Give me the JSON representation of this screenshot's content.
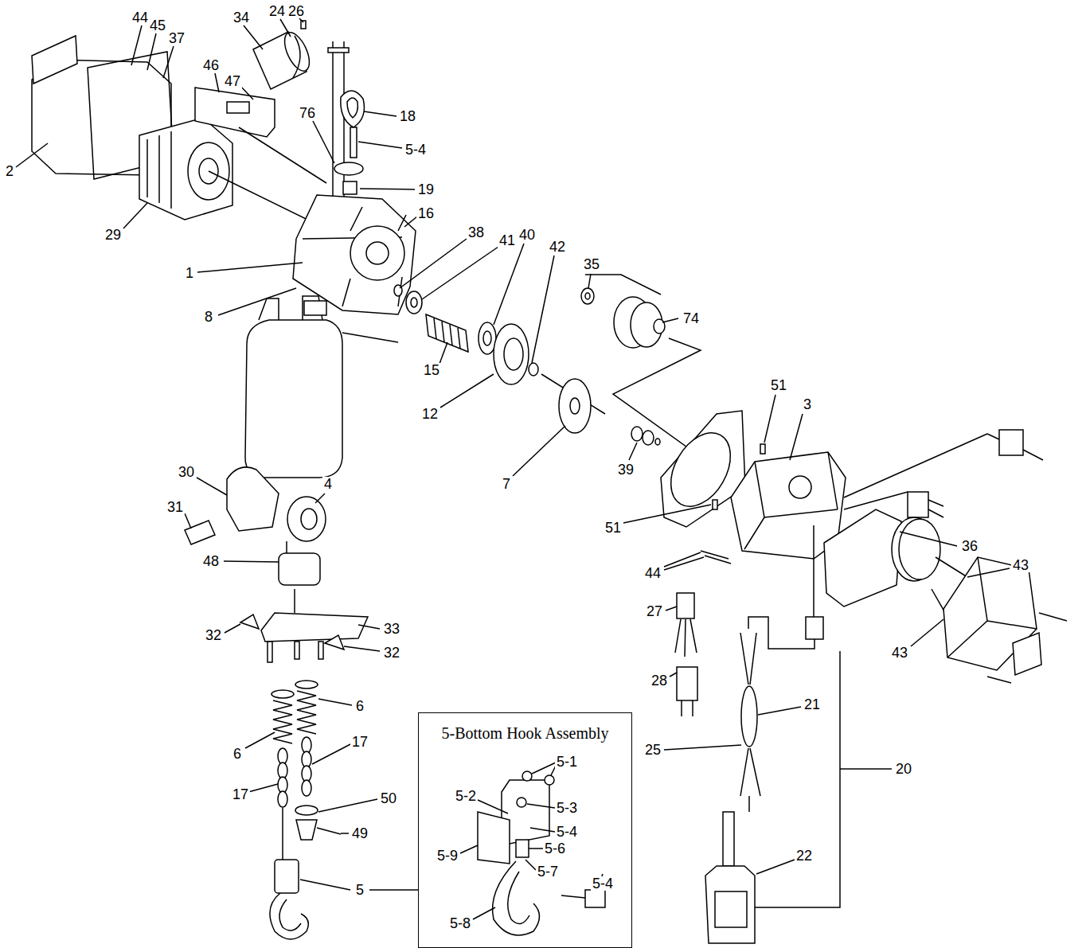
{
  "diagram": {
    "nodes": [
      {
        "text": [
          "5-Bottom Hook Assembly"
        ]
      }
    ],
    "labels": [
      "44",
      "45",
      "37",
      "34",
      "24",
      "26",
      "2",
      "46",
      "47",
      "18",
      "5-4",
      "76",
      "19",
      "29",
      "16",
      "38",
      "41",
      "40",
      "42",
      "35",
      "74",
      "1",
      "8",
      "15",
      "12",
      "7",
      "51",
      "3",
      "51",
      "39",
      "44",
      "36",
      "43",
      "43",
      "30",
      "31",
      "4",
      "48",
      "32",
      "33",
      "32",
      "27",
      "28",
      "6",
      "6",
      "17",
      "17",
      "50",
      "49",
      "5",
      "21",
      "25",
      "20",
      "22",
      "5-1",
      "5-2",
      "5-3",
      "5-4",
      "5-9",
      "5-6",
      "5-7",
      "5-8",
      "5-4"
    ]
  }
}
